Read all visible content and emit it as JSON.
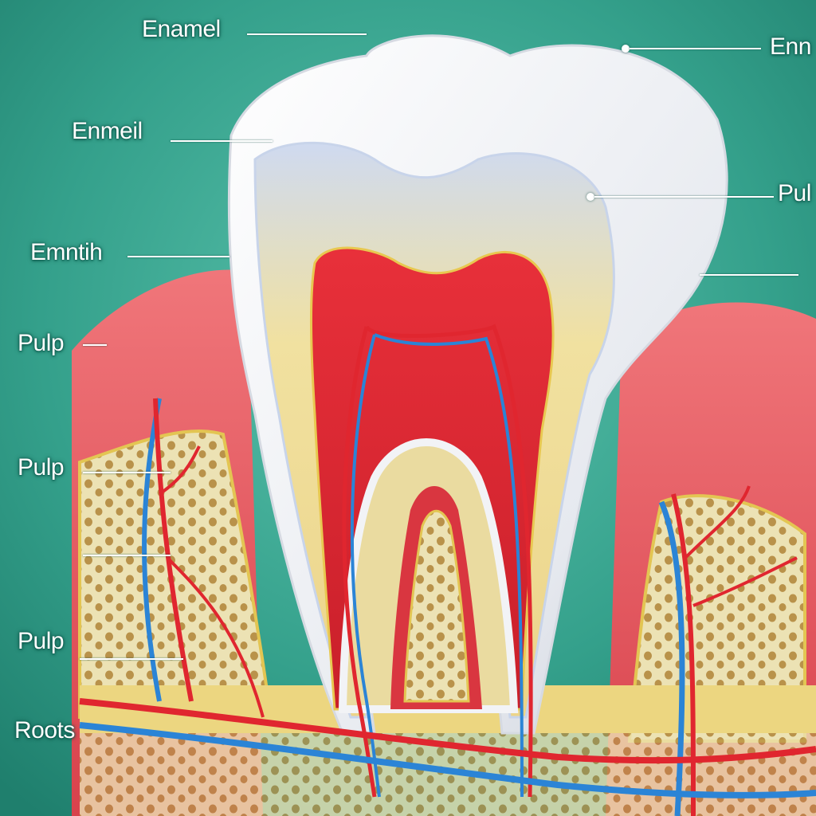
{
  "labels": {
    "enamel_top_left": "Enamel",
    "enamel_top_right": "Enn",
    "enmeil": "Enmeil",
    "pulp_right": "Pul",
    "emntih": "Emntih",
    "pulp_1": "Pulp",
    "pulp_2": "Pulp",
    "pulp_3": "Pulp",
    "roots": "Roots"
  },
  "colors": {
    "background": "#2f9a86",
    "enamel": "#f2f3f6",
    "dentin": "#f0dc92",
    "pulp": "#e4343e",
    "gum": "#e6535c",
    "bone": "#ece2b4",
    "artery": "#e0262f",
    "vein": "#2b84d6"
  }
}
